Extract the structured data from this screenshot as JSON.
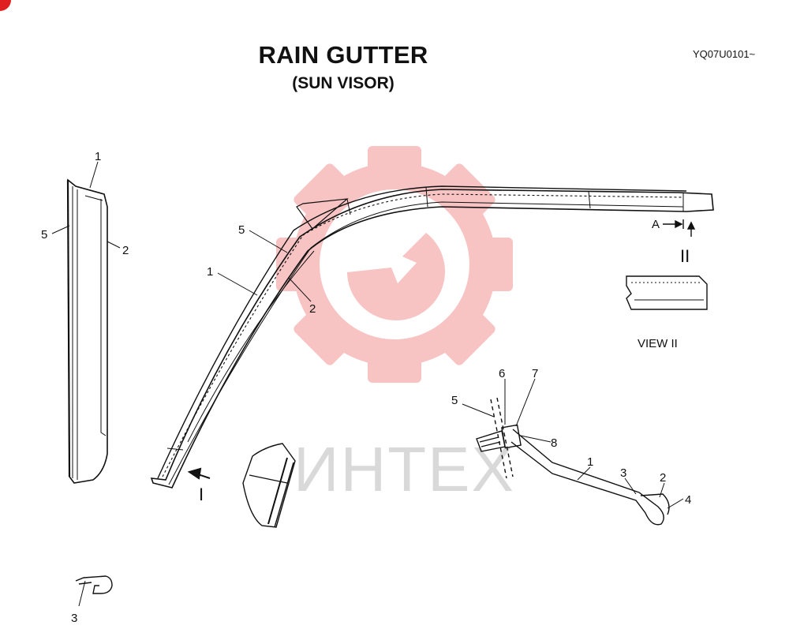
{
  "header": {
    "title": "RAIN GUTTER",
    "subtitle": "(SUN VISOR)",
    "code": "YQ07U0101~"
  },
  "watermark": {
    "text": "ИНТЕХ",
    "gear_color": "#f7b9b9",
    "text_color": "#d9d9d9"
  },
  "badge_color": "#e02020",
  "callouts": {
    "side_1": "1",
    "side_5": "5",
    "side_2": "2",
    "arch_5": "5",
    "arch_1": "1",
    "arch_2": "2",
    "clip_3": "3",
    "det_5": "5",
    "det_6": "6",
    "det_7": "7",
    "det_8": "8",
    "det_1": "1",
    "det_3": "3",
    "det_2": "2",
    "det_4": "4"
  },
  "views": {
    "arrow_a": "A",
    "view_i": "I",
    "view_ii": "II",
    "view_ii_caption": "VIEW  II"
  }
}
